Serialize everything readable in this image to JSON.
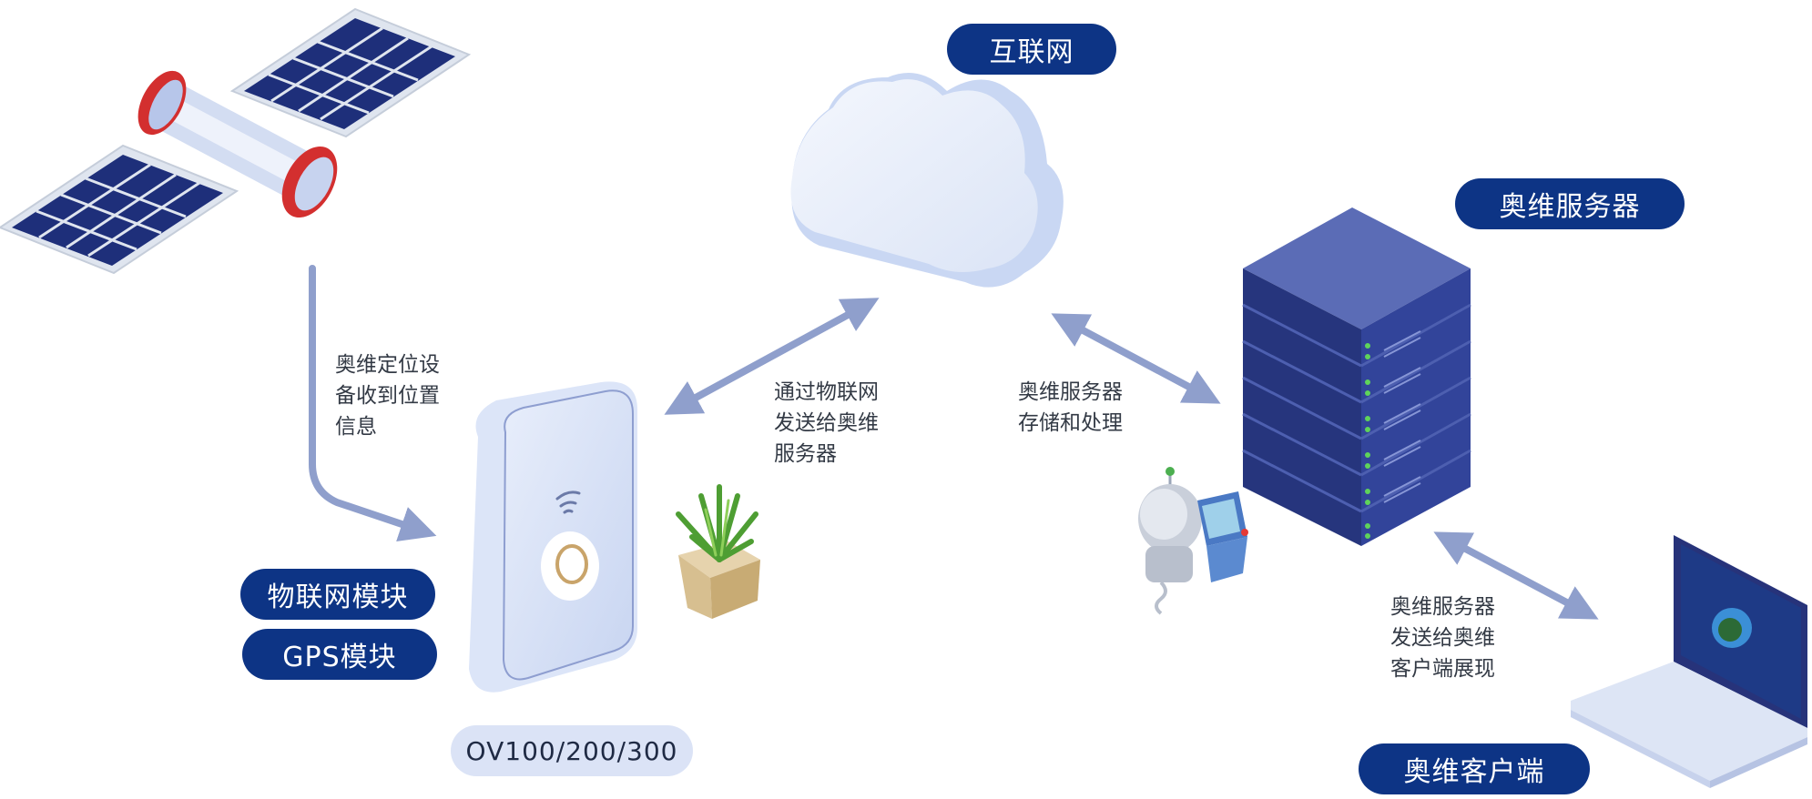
{
  "labels": {
    "internet": "互联网",
    "server": "奥维服务器",
    "iot_module": "物联网模块",
    "gps_module": "GPS模块",
    "device_model": "OV100/200/300",
    "client": "奥维客户端"
  },
  "notes": {
    "receive": [
      "奥维定位设",
      "备收到位置",
      "信息"
    ],
    "send_to_server": [
      "通过物联网",
      "发送给奥维",
      "服务器"
    ],
    "server_process": [
      "奥维服务器",
      "存储和处理"
    ],
    "server_to_client": [
      "奥维服务器",
      "发送给奥维",
      "客户端展现"
    ]
  },
  "colors": {
    "label_bg": "#0d3485",
    "arrow": "#8f9fcc",
    "server_body": "#2b3d8c",
    "device_face": "#d3ddf5"
  },
  "icons": [
    "satellite-icon",
    "cloud-icon",
    "server-rack-icon",
    "robot-icon",
    "gps-device-icon",
    "plant-icon",
    "laptop-icon"
  ]
}
